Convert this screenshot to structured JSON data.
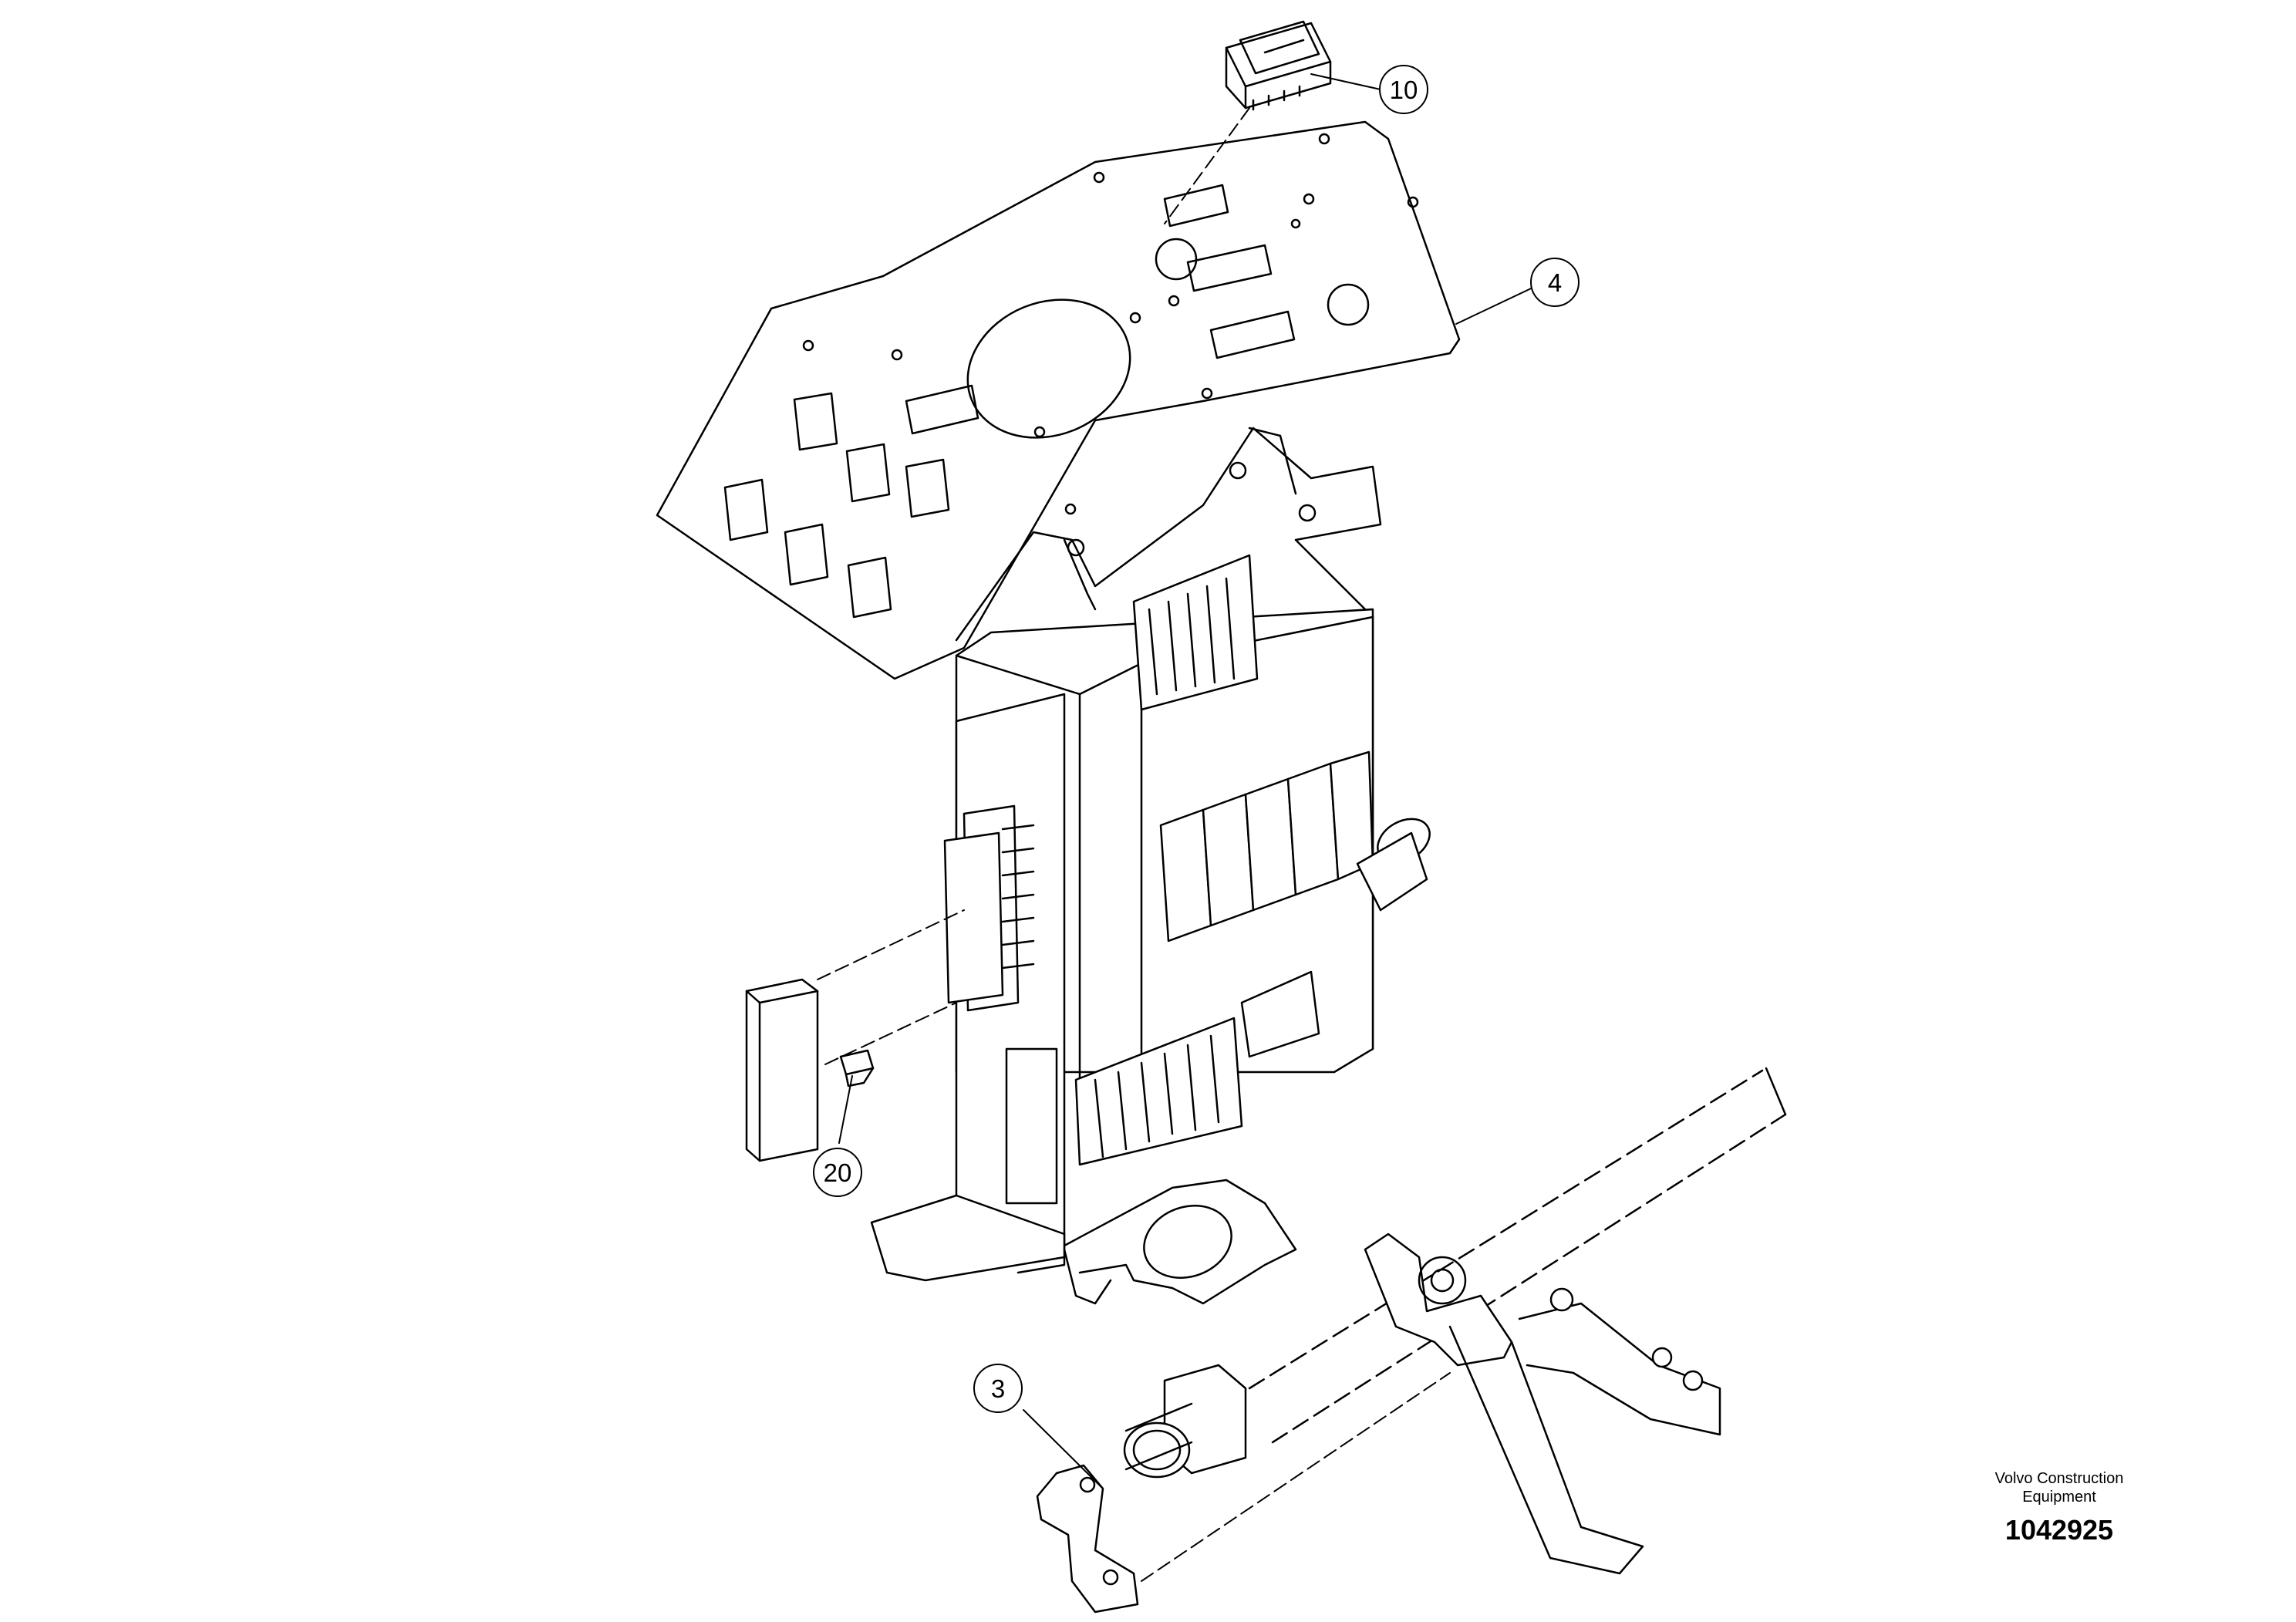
{
  "callouts": [
    {
      "id": "c10",
      "label": "10"
    },
    {
      "id": "c4",
      "label": "4"
    },
    {
      "id": "c20",
      "label": "20"
    },
    {
      "id": "c3",
      "label": "3"
    }
  ],
  "brand": {
    "line1": "Volvo Construction",
    "line2": "Equipment",
    "number": "1042925"
  }
}
